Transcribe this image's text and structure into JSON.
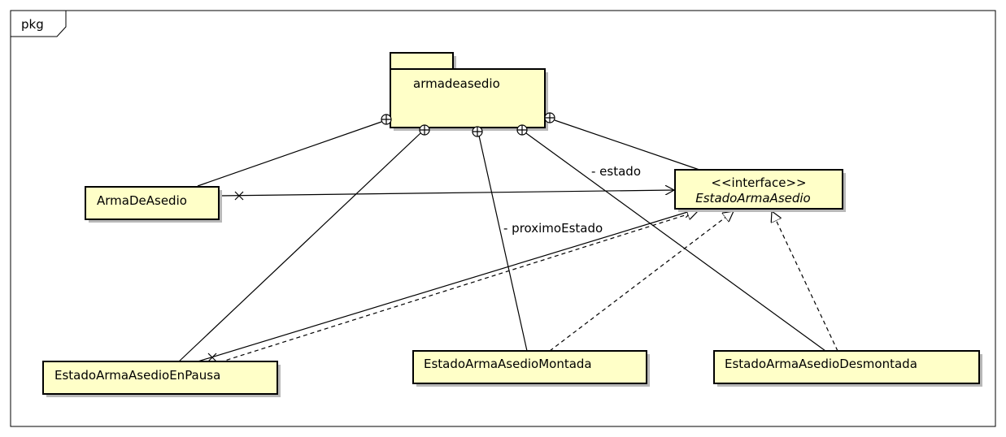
{
  "frame": {
    "tag": "pkg"
  },
  "package": {
    "name": "armadeasedio"
  },
  "classes": {
    "arma": "ArmaDeAsedio",
    "interface_stereotype": "<<interface>>",
    "interface_name": "EstadoArmaAsedio",
    "en_pausa": "EstadoArmaAsedioEnPausa",
    "montada": "EstadoArmaAsedioMontada",
    "desmontada": "EstadoArmaAsedioDesmontada"
  },
  "associations": {
    "estado": "- estado",
    "proximo_estado": "- proximoEstado"
  }
}
